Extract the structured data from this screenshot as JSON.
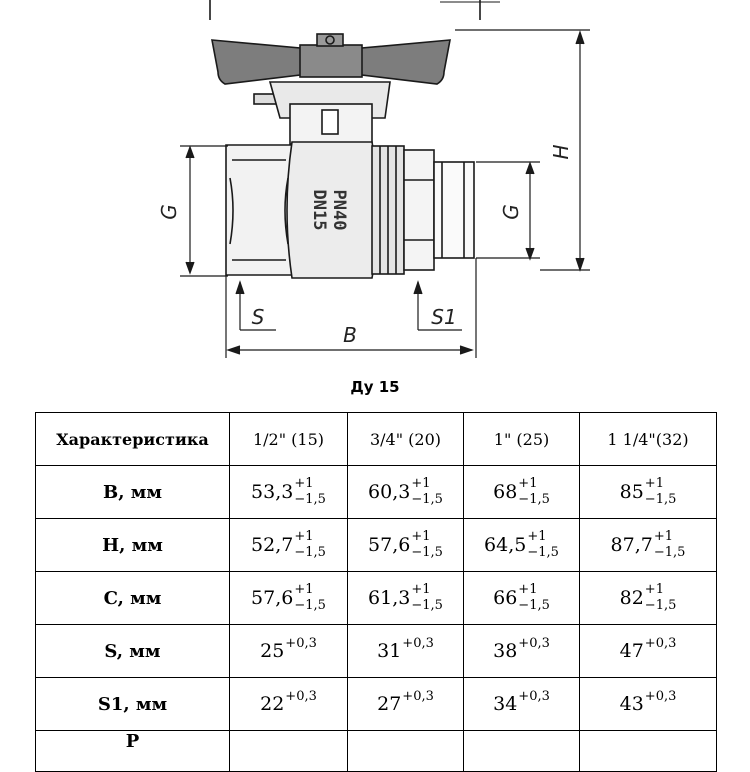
{
  "drawing": {
    "marking_pn": "PN40",
    "marking_dn": "DN15",
    "labels": {
      "g_left": "G",
      "g_right": "G",
      "h": "H",
      "s": "S",
      "s1": "S1",
      "b": "B"
    }
  },
  "caption": "Ду 15",
  "table": {
    "header": [
      "Характеристика",
      "1/2\" (15)",
      "3/4\" (20)",
      "1\" (25)",
      "1 1/4\"(32)"
    ],
    "rows": [
      {
        "label": "B, мм",
        "cells": [
          {
            "base": "53,3",
            "sup": "+1",
            "sub": "−1,5"
          },
          {
            "base": "60,3",
            "sup": "+1",
            "sub": "−1,5"
          },
          {
            "base": "68",
            "sup": "+1",
            "sub": "−1,5"
          },
          {
            "base": "85",
            "sup": "+1",
            "sub": "−1,5"
          }
        ]
      },
      {
        "label": "H, мм",
        "cells": [
          {
            "base": "52,7",
            "sup": "+1",
            "sub": "−1,5"
          },
          {
            "base": "57,6",
            "sup": "+1",
            "sub": "−1,5"
          },
          {
            "base": "64,5",
            "sup": "+1",
            "sub": "−1,5"
          },
          {
            "base": "87,7",
            "sup": "+1",
            "sub": "−1,5"
          }
        ]
      },
      {
        "label": "C, мм",
        "cells": [
          {
            "base": "57,6",
            "sup": "+1",
            "sub": "−1,5"
          },
          {
            "base": "61,3",
            "sup": "+1",
            "sub": "−1,5"
          },
          {
            "base": "66",
            "sup": "+1",
            "sub": "−1,5"
          },
          {
            "base": "82",
            "sup": "+1",
            "sub": "−1,5"
          }
        ]
      },
      {
        "label": "S, мм",
        "cells": [
          {
            "base": "25",
            "sup": "+0,3"
          },
          {
            "base": "31",
            "sup": "+0,3"
          },
          {
            "base": "38",
            "sup": "+0,3"
          },
          {
            "base": "47",
            "sup": "+0,3"
          }
        ]
      },
      {
        "label": "S1, мм",
        "cells": [
          {
            "base": "22",
            "sup": "+0,3"
          },
          {
            "base": "27",
            "sup": "+0,3"
          },
          {
            "base": "34",
            "sup": "+0,3"
          },
          {
            "base": "43",
            "sup": "+0,3"
          }
        ]
      }
    ],
    "last_row_label": "P"
  }
}
